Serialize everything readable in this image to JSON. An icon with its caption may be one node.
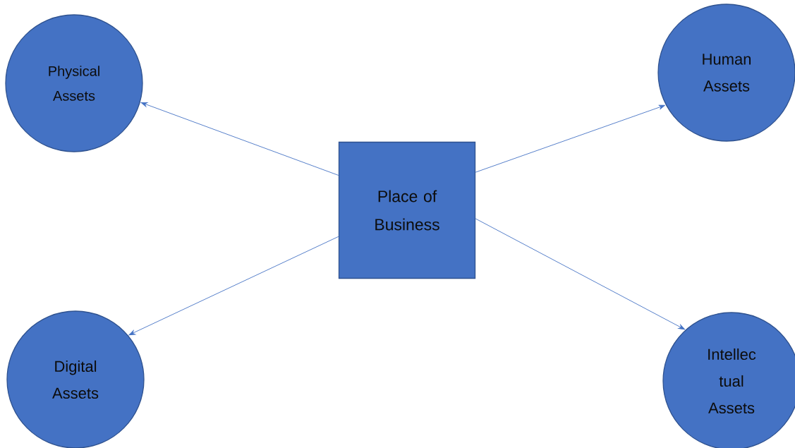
{
  "diagram": {
    "nodes": [
      {
        "text": [
          "Physical Assets"
        ]
      },
      {
        "text": [
          "Human Assets"
        ]
      },
      {
        "text": [
          "Place of Business"
        ]
      },
      {
        "text": [
          "Digital Assets"
        ]
      },
      {
        "text": [
          "Intellec tual Assets"
        ]
      }
    ],
    "edges": [
      {
        "from": 2,
        "to": 0,
        "arrow": "to"
      },
      {
        "from": 2,
        "to": 1,
        "arrow": "to"
      },
      {
        "from": 2,
        "to": 3,
        "arrow": "to"
      },
      {
        "from": 2,
        "to": 4,
        "arrow": "to"
      }
    ]
  }
}
